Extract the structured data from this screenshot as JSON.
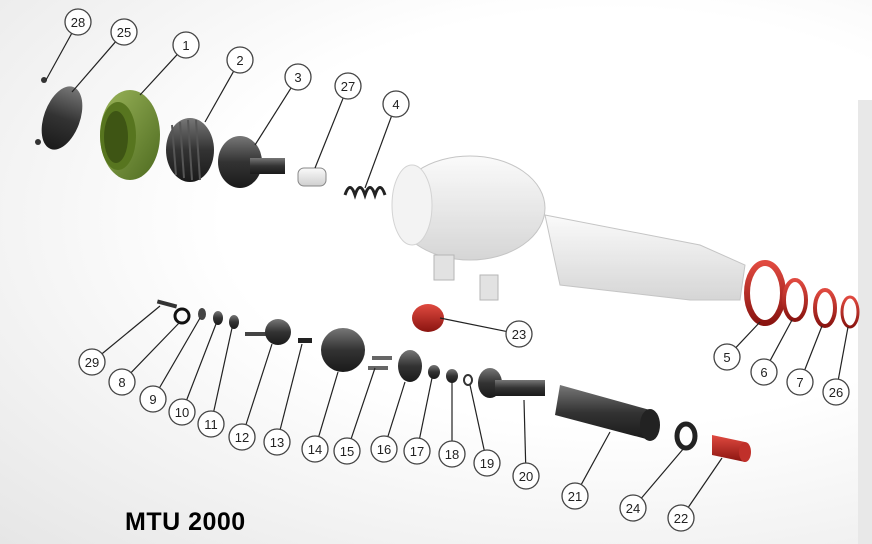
{
  "title": "MTU 2000",
  "callouts": [
    "28",
    "25",
    "1",
    "2",
    "3",
    "27",
    "4",
    "5",
    "6",
    "7",
    "26",
    "23",
    "29",
    "8",
    "9",
    "10",
    "11",
    "12",
    "13",
    "14",
    "15",
    "16",
    "17",
    "18",
    "19",
    "20",
    "21",
    "24",
    "22"
  ],
  "colors": {
    "green_ring": "#6f8c35",
    "red_part": "#b8201c",
    "dark_part": "#3a3a3a",
    "callout_stroke": "#444444"
  }
}
